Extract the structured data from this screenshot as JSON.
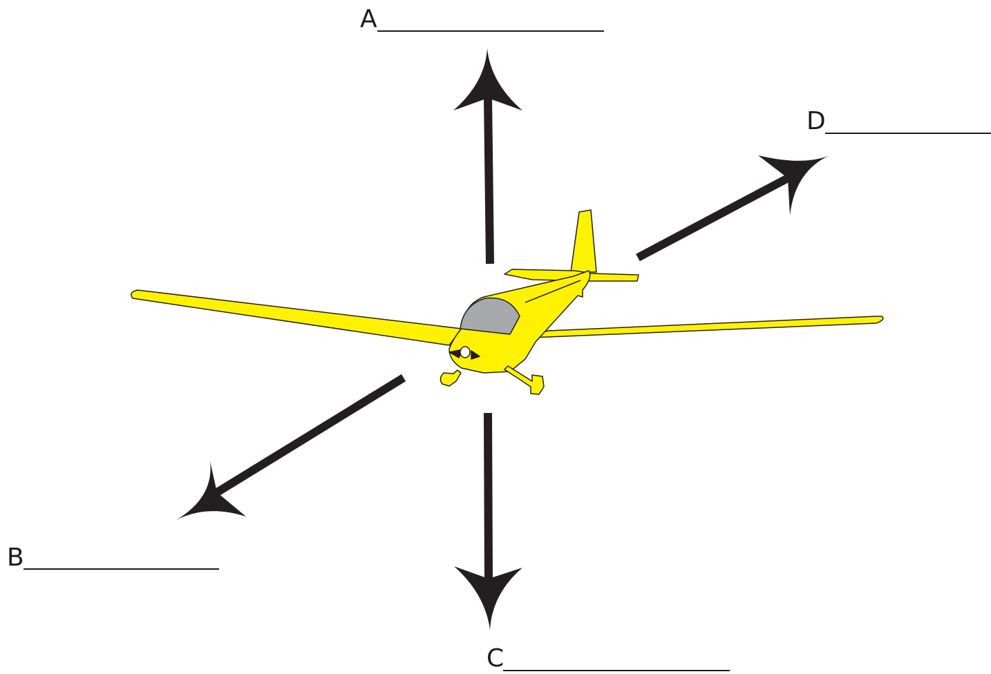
{
  "labels": {
    "a": "A",
    "b": "B",
    "c": "C",
    "d": "D"
  },
  "colors": {
    "arrow": "#231f20",
    "plane_body": "#fff200",
    "plane_outline": "#231f20",
    "canopy": "#a7a9ac"
  },
  "icons": {
    "plane": "airplane-icon"
  }
}
